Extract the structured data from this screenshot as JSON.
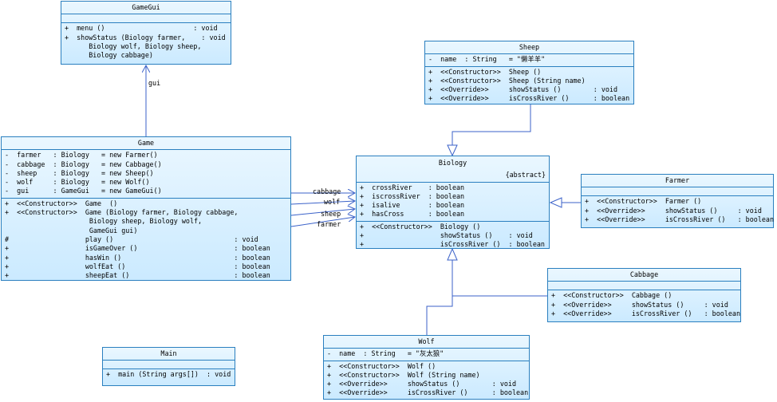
{
  "classes": {
    "gamegui": {
      "name": "GameGui",
      "attributes": [],
      "operations": [
        "+  menu ()                      : void",
        "+  showStatus (Biology farmer,    : void",
        "      Biology wolf, Biology sheep,",
        "      Biology cabbage)"
      ]
    },
    "sheep": {
      "name": "Sheep",
      "attributes": [
        "-  name  : String   = \"懒羊羊\""
      ],
      "operations": [
        "+  <<Constructor>>  Sheep ()",
        "+  <<Constructor>>  Sheep (String name)",
        "+  <<Override>>     showStatus ()        : void",
        "+  <<Override>>     isCrossRiver ()      : boolean"
      ]
    },
    "game": {
      "name": "Game",
      "attributes": [
        "-  farmer   : Biology   = new Farmer()",
        "-  cabbage  : Biology   = new Cabbage()",
        "-  sheep    : Biology   = new Sheep()",
        "-  wolf     : Biology   = new Wolf()",
        "-  gui      : GameGui   = new GameGui()"
      ],
      "operations": [
        "+  <<Constructor>>  Game  ()",
        "+  <<Constructor>>  Game (Biology farmer, Biology cabbage,",
        "                     Biology sheep, Biology wolf,",
        "                     GameGui gui)",
        "#                   play ()                              : void",
        "+                   isGameOver ()                        : boolean",
        "+                   hasWin ()                            : boolean",
        "+                   wolfEat ()                           : boolean",
        "+                   sheepEat ()                          : boolean"
      ]
    },
    "biology": {
      "name": "Biology",
      "stereotype": "{abstract}",
      "attributes": [
        "+  crossRiver    : boolean",
        "+  iscrossRiver  : boolean",
        "+  isalive       : boolean",
        "+  hasCross      : boolean"
      ],
      "operations": [
        "+  <<Constructor>>  Biology ()",
        "+                   showStatus ()    : void",
        "+                   isCrossRiver ()  : boolean"
      ]
    },
    "farmer": {
      "name": "Farmer",
      "attributes": [],
      "operations": [
        "+  <<Constructor>>  Farmer ()",
        "+  <<Override>>     showStatus ()     : void",
        "+  <<Override>>     isCrossRiver ()   : boolean"
      ]
    },
    "cabbage": {
      "name": "Cabbage",
      "attributes": [],
      "operations": [
        "+  <<Constructor>>  Cabbage ()",
        "+  <<Override>>     showStatus ()     : void",
        "+  <<Override>>     isCrossRiver ()   : boolean"
      ]
    },
    "main": {
      "name": "Main",
      "attributes": [],
      "operations": [
        "+  main (String args[])  : void"
      ]
    },
    "wolf": {
      "name": "Wolf",
      "attributes": [
        "-  name  : String   = \"灰太狼\""
      ],
      "operations": [
        "+  <<Constructor>>  Wolf ()",
        "+  <<Constructor>>  Wolf (String name)",
        "+  <<Override>>     showStatus ()        : void",
        "+  <<Override>>     isCrossRiver ()      : boolean"
      ]
    }
  },
  "associations": {
    "gui": "gui",
    "cabbage": "cabbage",
    "wolf": "wolf",
    "sheep": "sheep",
    "farmer": "farmer"
  }
}
